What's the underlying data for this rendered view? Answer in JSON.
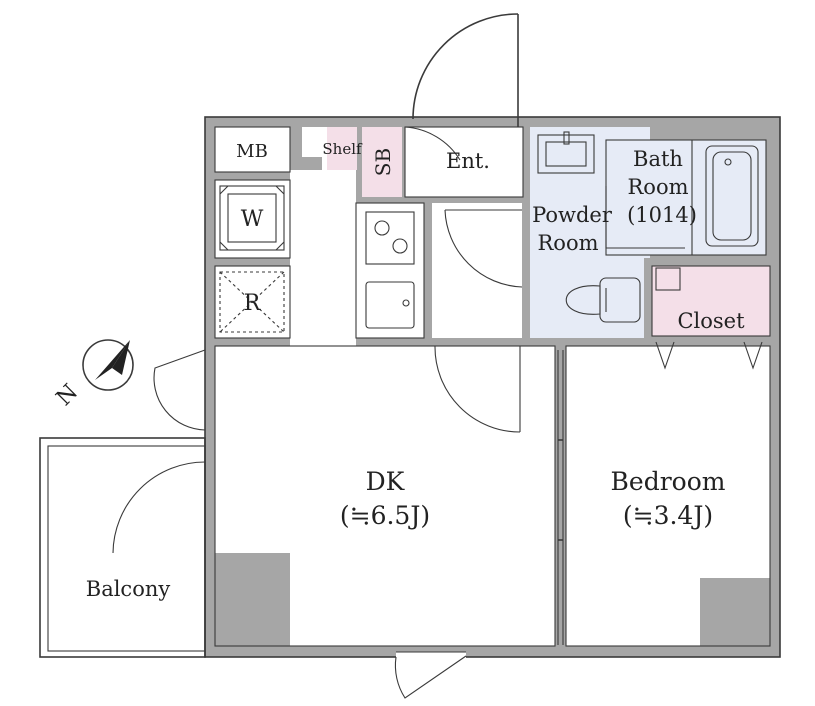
{
  "rooms": {
    "mb": "MB",
    "shelf": "Shelf",
    "sb": "SB",
    "ent": "Ent.",
    "washer": "W",
    "fridge": "R",
    "powder_line1": "Powder",
    "powder_line2": "Room",
    "bath_line1": "Bath",
    "bath_line2": "Room",
    "bath_size": "(1014)",
    "closet": "Closet",
    "dk_name": "DK",
    "dk_size": "(≒6.5J)",
    "bedroom_name": "Bedroom",
    "bedroom_size": "(≒3.4J)",
    "balcony": "Balcony"
  },
  "compass": {
    "label": "N"
  },
  "colors": {
    "wall": "#a6a6a6",
    "wet_area": "#e6ebf6",
    "storage": "#f4dfe8",
    "line": "#3a3a3a"
  }
}
